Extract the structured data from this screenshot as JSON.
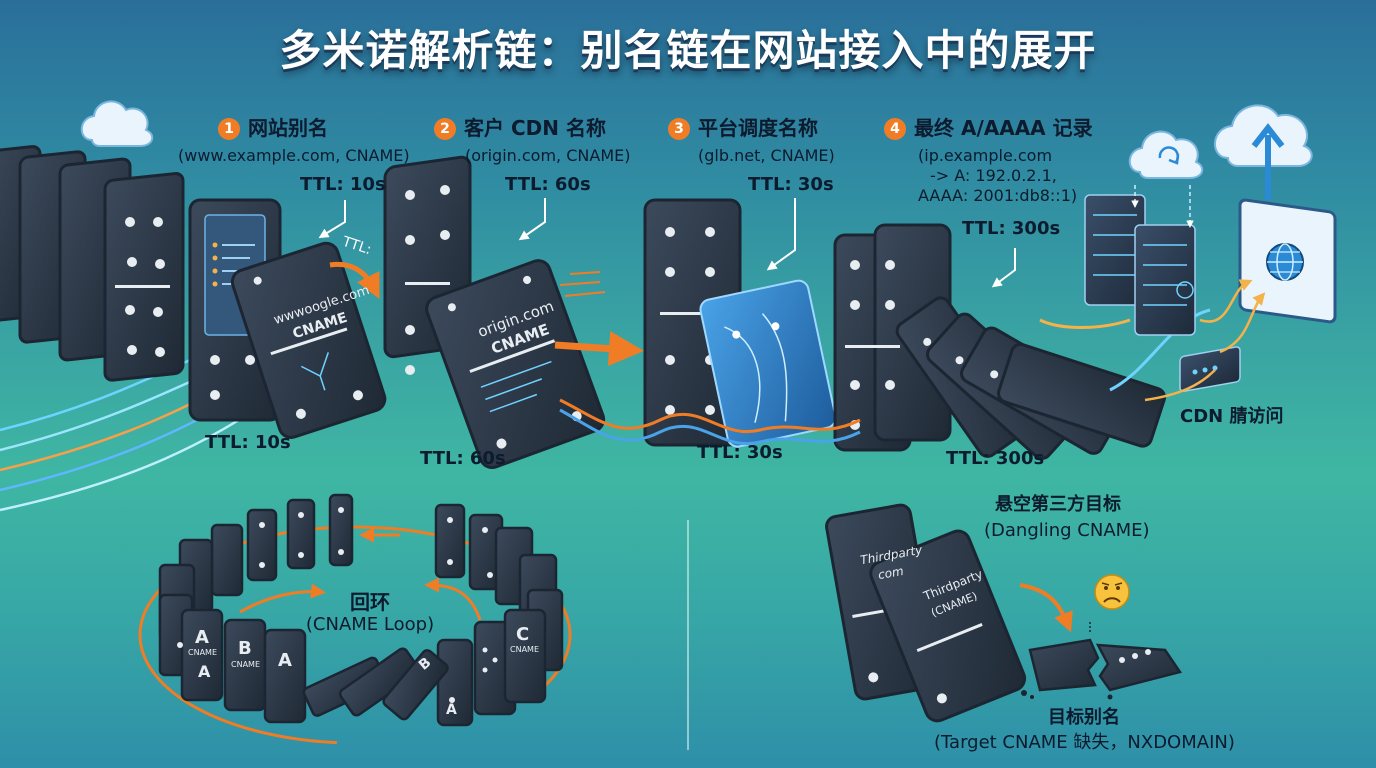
{
  "title": "多米诺解析链：别名链在网站接入中的展开",
  "steps": [
    {
      "num": "1",
      "name": "网站别名",
      "detail": "(www.example.com, CNAME)"
    },
    {
      "num": "2",
      "name": "客户 CDN 名称",
      "detail": "(origin.com, CNAME)"
    },
    {
      "num": "3",
      "name": "平台调度名称",
      "detail": "(glb.net, CNAME)"
    },
    {
      "num": "4",
      "name": "最终 A/AAAA 记录",
      "detail_lines": [
        "(ip.example.com",
        "-> A: 192.0.2.1,",
        "AAAA: 2001:db8::1)"
      ]
    }
  ],
  "ttl_upper": [
    "TTL: 10s",
    "TTL: 60s",
    "TTL: 30s",
    "TTL: 300s"
  ],
  "ttl_lower": [
    "TTL: 10s",
    "TTL: 60s",
    "TTL: 30s",
    "TTL: 300s"
  ],
  "ttl_tilted": "TTL:",
  "domino_labels": {
    "d1_line1": "wwwoogle.com",
    "d1_line2": "CNAME",
    "d2_line1": "origin.com",
    "d2_line2": "CNAME"
  },
  "cdn_access": "CDN 腈访问",
  "loop": {
    "title": "回环",
    "subtitle": "(CNAME Loop)",
    "letters": [
      "A",
      "B",
      "A",
      "C",
      "A",
      "B",
      "A"
    ],
    "small": [
      "CNAME",
      "CNAME",
      "CNAME"
    ]
  },
  "dangling": {
    "title": "悬空第三方目标",
    "subtitle": "(Dangling CNAME)",
    "domino1_line1": "Thirdparty",
    "domino1_line2": "com",
    "domino2_line1": "Thirdparty",
    "domino2_line2": "(CNAME)",
    "target_title": "目标别名",
    "target_subtitle": "(Target CNAME 缺失，NXDOMAIN)"
  },
  "icons": {
    "cloud_left": "cloud-icon",
    "cloud_sync": "cloud-sync-icon",
    "cloud_upload": "cloud-upload-icon",
    "globe": "globe-icon",
    "sad_face": "sad-face-icon"
  },
  "colors": {
    "domino": "#2f3b4a",
    "domino_edge": "#1c2632",
    "pip": "#e8edf2",
    "accent_orange": "#f07d25",
    "title_text": "#ffffff"
  }
}
